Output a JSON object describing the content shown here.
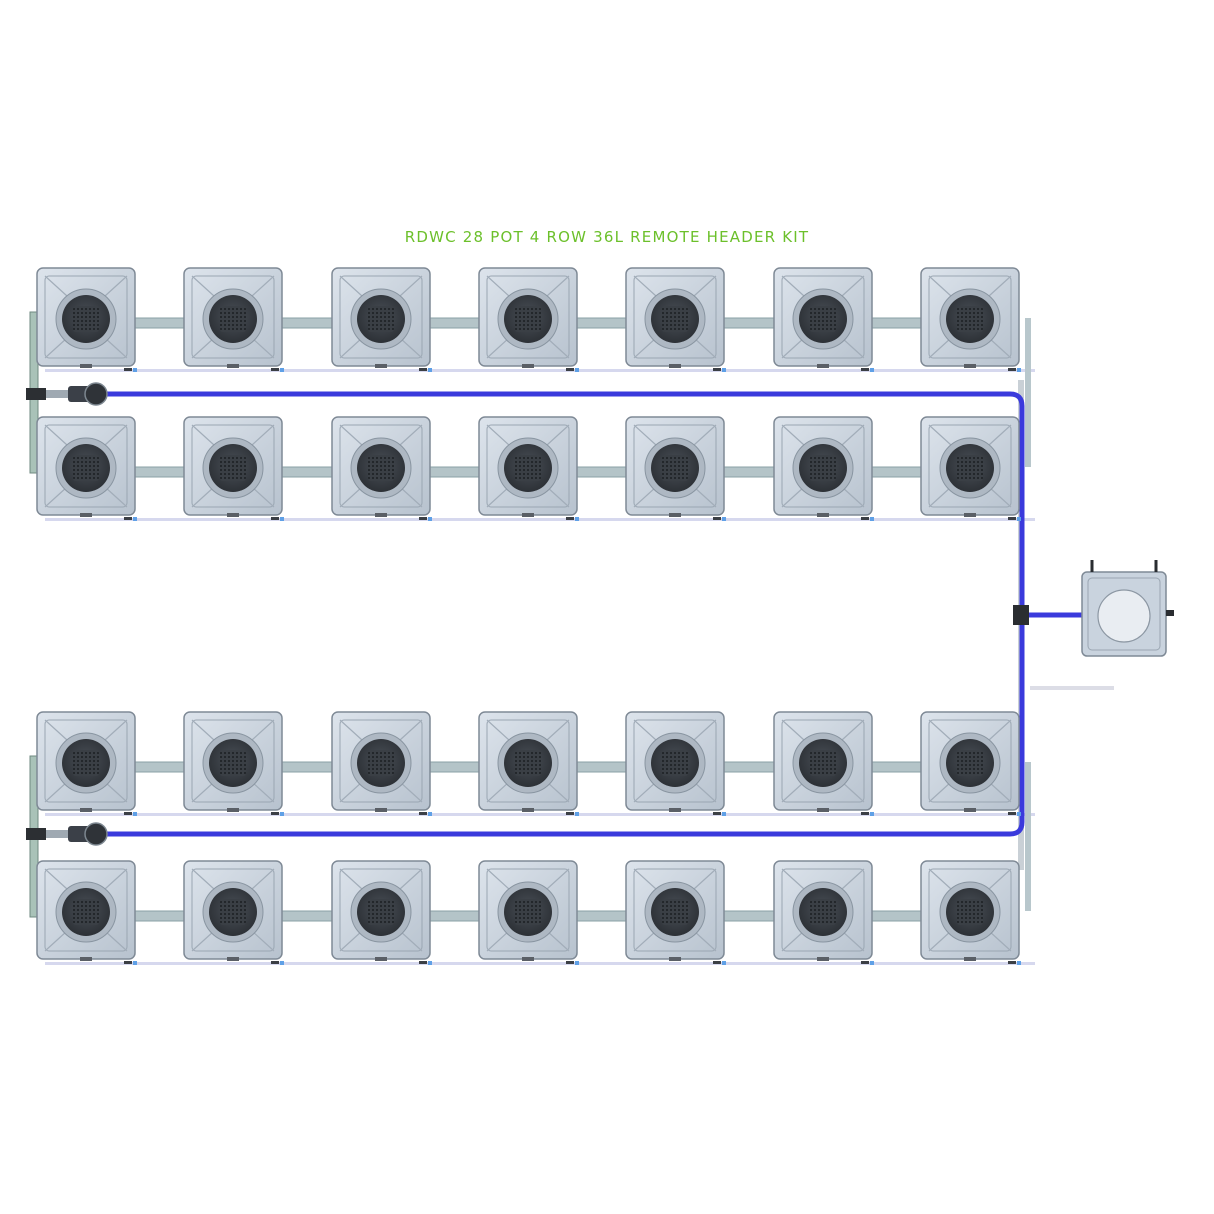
{
  "title": "RDWC 28 POT 4 ROW 36L REMOTE HEADER KIT",
  "colors": {
    "title": "#6cc02b",
    "hose": "#3a3adc",
    "pot_body": "#c9d3de",
    "pot_edge": "#7f8a96",
    "net_pot": "#3d4248",
    "pipe": "#b4c4c8",
    "header_tank": "#c9d3de",
    "background": "#ffffff"
  },
  "layout": {
    "rows": 4,
    "pots_per_row": 7,
    "total_pots": 28,
    "groups": 2,
    "header_tank_count": 1
  },
  "icons": {
    "pot": "square-pot-icon",
    "net_pot": "net-pot-icon",
    "valve": "valve-icon",
    "tee": "tee-fitting-icon",
    "tank": "header-tank-icon"
  }
}
